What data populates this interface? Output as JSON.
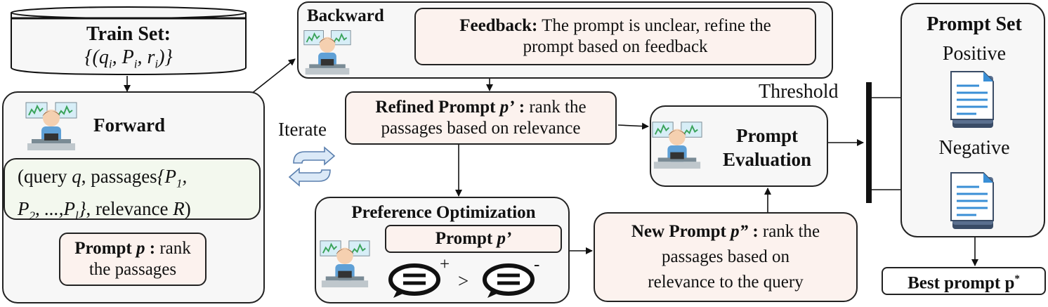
{
  "train_set": {
    "title": "Train Set:",
    "formula": "{(q_i, P_i, r_i)}"
  },
  "forward": {
    "title": "Forward",
    "inputs": "(query q, passages{P_1, P_2, ...,P_l}, relevance R)",
    "prompt_label": "Prompt p :",
    "prompt_text": "rank the passages"
  },
  "backward": {
    "title": "Backward",
    "feedback_label": "Feedback:",
    "feedback_text": "The prompt is unclear, refine the prompt based on feedback"
  },
  "iterate": {
    "label": "Iterate"
  },
  "refined": {
    "label": "Refined Prompt p’ :",
    "text": "rank the passages based on relevance"
  },
  "preference": {
    "title": "Preference Optimization",
    "prompt_label": "Prompt p’",
    "plus": "+",
    "minus": "-",
    "gt": ">"
  },
  "new_prompt": {
    "label": "New Prompt p” :",
    "text": "rank the passages based on relevance to the query"
  },
  "evaluation": {
    "line1": "Prompt",
    "line2": "Evaluation"
  },
  "threshold": {
    "label": "Threshold"
  },
  "prompt_set": {
    "title": "Prompt Set",
    "positive": "Positive",
    "negative": "Negative"
  },
  "best": {
    "label": "Best prompt p",
    "sup": "*"
  },
  "icons": [
    "person-at-computer-icon",
    "sync-arrows-icon",
    "chat-bubble-icon",
    "document-icon"
  ]
}
